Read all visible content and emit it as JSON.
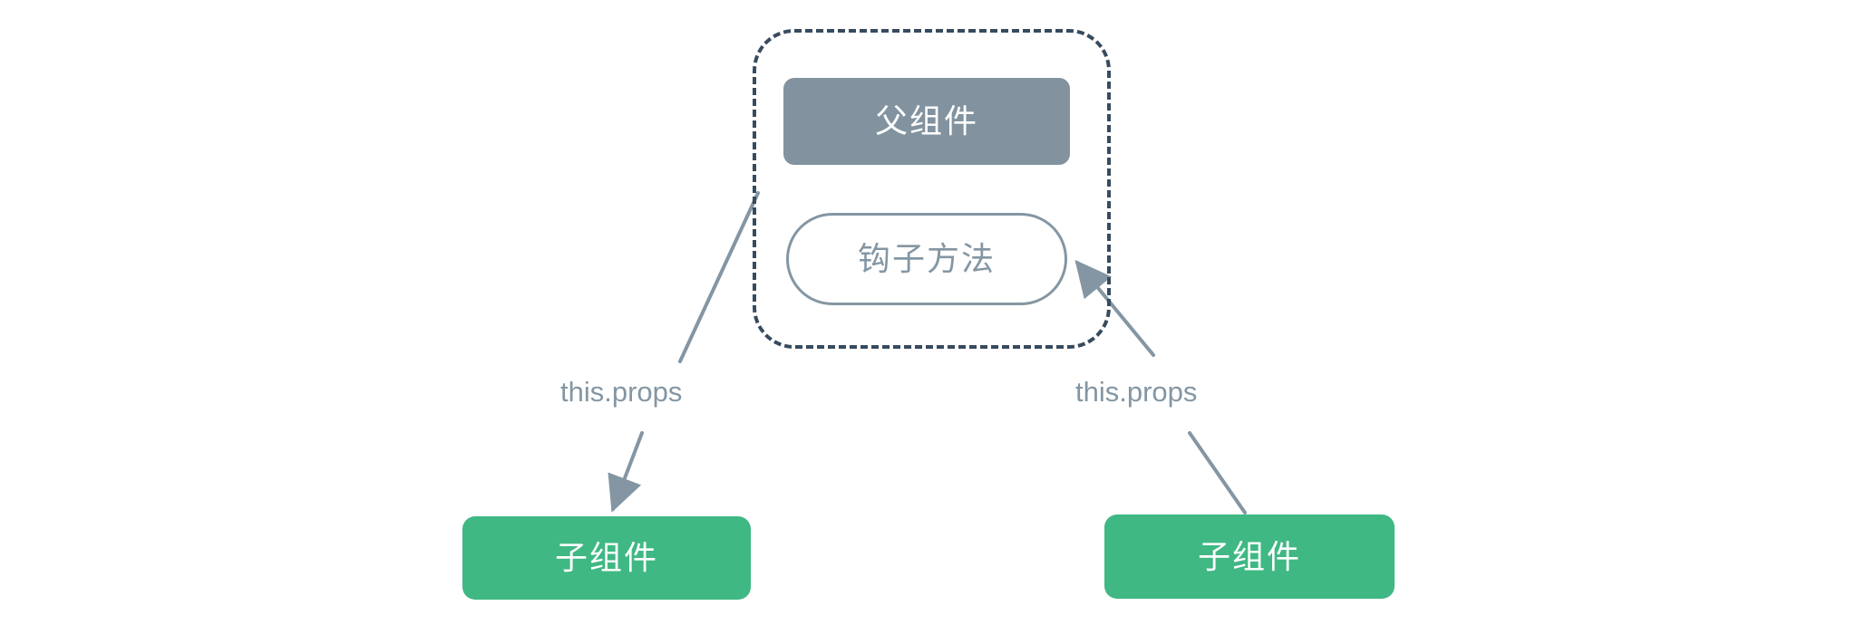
{
  "diagram": {
    "title": "React parent-child props flow",
    "background_color": "#ffffff",
    "parent_container": {
      "name": "parent-scope",
      "border_color": "#374b5e",
      "border_style": "dashed"
    },
    "parent_box": {
      "label": "父组件",
      "fill_color": "#82939f",
      "text_color": "#ffffff"
    },
    "hook_box": {
      "label": "钩子方法",
      "fill_color": "#ffffff",
      "border_color": "#8496a3",
      "text_color": "#8496a3"
    },
    "children": [
      {
        "label": "子组件",
        "fill_color": "#3fb884",
        "text_color": "#ffffff"
      },
      {
        "label": "子组件",
        "fill_color": "#3fb884",
        "text_color": "#ffffff"
      }
    ],
    "edges": [
      {
        "label": "this.props",
        "from": "父组件",
        "to": "子组件",
        "direction": "down",
        "arrowhead": true,
        "color": "#8496a3"
      },
      {
        "label": "this.props",
        "from": "子组件",
        "to": "钩子方法",
        "direction": "up",
        "arrowhead": true,
        "color": "#8496a3"
      }
    ]
  }
}
